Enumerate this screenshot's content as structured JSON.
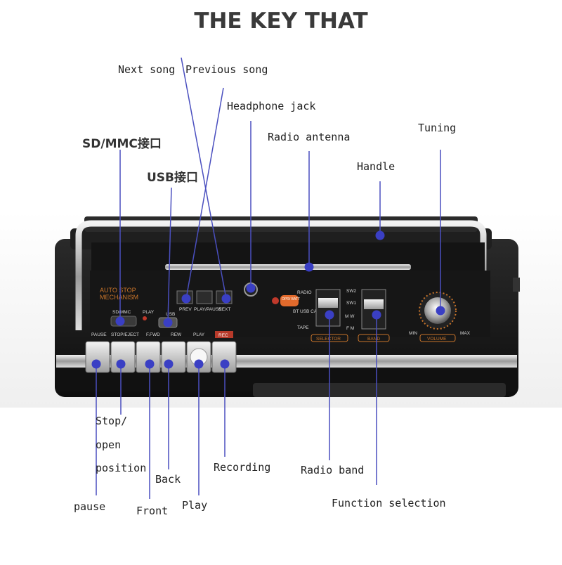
{
  "title": "THE KEY THAT",
  "callouts": {
    "next_song": "Next song",
    "previous_song": "Previous song",
    "headphone_jack": "Headphone jack",
    "sd_mmc": "SD/MMC接口",
    "usb": "USB接口",
    "radio_antenna": "Radio antenna",
    "tuning": "Tuning",
    "handle": "Handle",
    "stop_open_position": [
      "Stop/",
      "open",
      "position"
    ],
    "back": "Back",
    "recording": "Recording",
    "radio_band": "Radio band",
    "pause": "pause",
    "front": "Front",
    "play": "Play",
    "function_selection": "Function selection"
  },
  "device_labels": {
    "auto_stop": "AUTO STOP",
    "mechanism": "MECHANISM",
    "sd_mmc": "SD/MMC",
    "play": "PLAY",
    "usb": "USB",
    "pause": "PAUSE",
    "stop_eject": "STOP/EJECT",
    "ffwd": "F.FWD",
    "rew": "REW",
    "play2": "PLAY",
    "rec": "REC",
    "prev": "PREV",
    "play_pause": "PLAY/PAUSE",
    "next": "NEXT",
    "opr_batt": "OPR/ BATT",
    "radio": "RADIO",
    "bt_usb_card": "BT USB CARD",
    "tape": "TAPE",
    "sw2": "SW2",
    "sw1": "SW1",
    "mw": "M W",
    "fm": "F M",
    "selector": "SELECTOR",
    "band": "BAND",
    "volume": "VOLUME",
    "min": "MIN",
    "max": "MAX"
  },
  "colors": {
    "marker": "#3a3fc4",
    "body": "#1b1b1b",
    "chrome": "#c9c9c9",
    "accent": "#c8742a"
  }
}
